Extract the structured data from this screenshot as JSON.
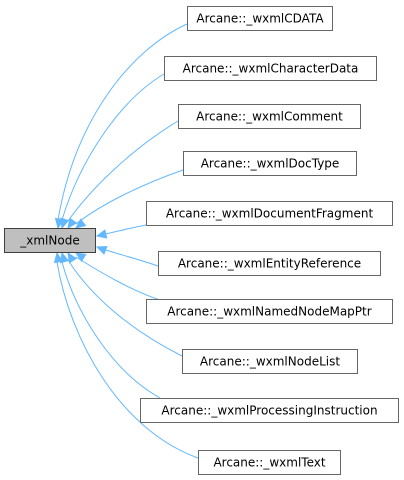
{
  "root": {
    "label": "_xmlNode"
  },
  "children": [
    {
      "label": "Arcane::_wxmlCDATA"
    },
    {
      "label": "Arcane::_wxmlCharacterData"
    },
    {
      "label": "Arcane::_wxmlComment"
    },
    {
      "label": "Arcane::_wxmlDocType"
    },
    {
      "label": "Arcane::_wxmlDocumentFragment"
    },
    {
      "label": "Arcane::_wxmlEntityReference"
    },
    {
      "label": "Arcane::_wxmlNamedNodeMapPtr"
    },
    {
      "label": "Arcane::_wxmlNodeList"
    },
    {
      "label": "Arcane::_wxmlProcessingInstruction"
    },
    {
      "label": "Arcane::_wxmlText"
    }
  ],
  "colors": {
    "edge": "#63b8ff",
    "root_fill": "#bfbfbf",
    "node_border": "#666666"
  }
}
